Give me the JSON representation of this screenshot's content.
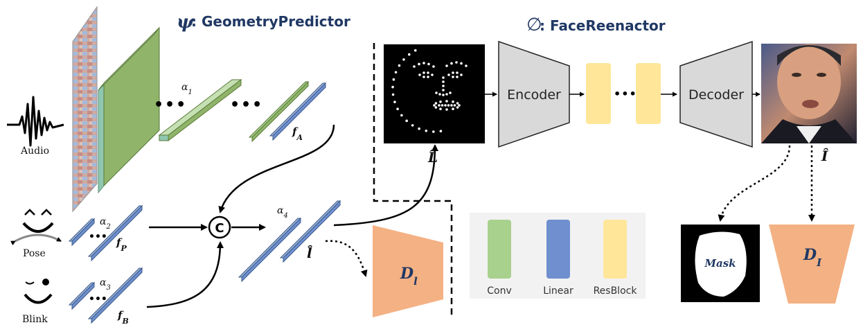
{
  "titles": {
    "geometry_symbol": "ψ",
    "geometry_name": ": GeometryPredictor",
    "reenactor_symbol": "∅",
    "reenactor_name": ": FaceReenactor"
  },
  "inputs": {
    "audio": "Audio",
    "pose": "Pose",
    "blink": "Blink"
  },
  "params": {
    "a1": "α1",
    "a2": "α2",
    "a3": "α3",
    "a4": "α4"
  },
  "features": {
    "fA": "fA",
    "fP": "fP",
    "fB": "fB"
  },
  "ellipsis": "•••",
  "concat": "C",
  "landmark_pred": "l̂",
  "landmark_img": "L̂",
  "image_pred": "Î",
  "encoder": "Encoder",
  "decoder": "Decoder",
  "disc_l": "Dl",
  "disc_i": "DI",
  "mask": "Mask",
  "legend": {
    "conv": "Conv",
    "linear": "Linear",
    "resblock": "ResBlock"
  },
  "colors": {
    "conv": "#a9d18e",
    "linear": "#6f8fcf",
    "resblock": "#ffe699",
    "disc": "#f4b183",
    "encoder": "#d9d9d9",
    "title": "#203864"
  }
}
